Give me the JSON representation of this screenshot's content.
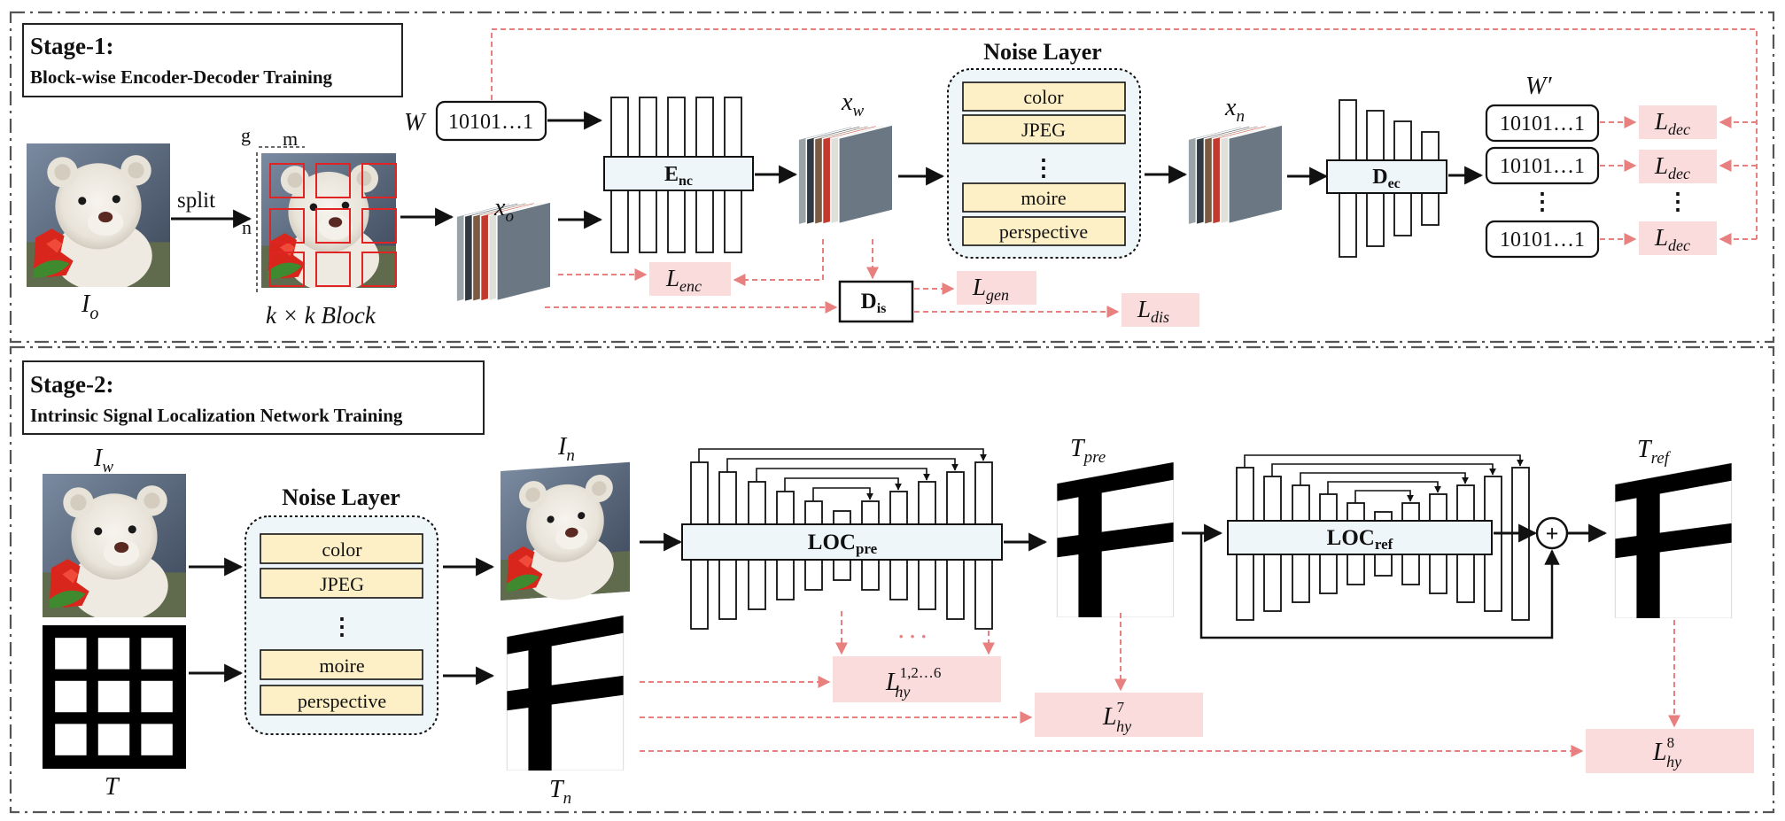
{
  "stage1": {
    "title": "Stage-1:",
    "subtitle": "Block-wise Encoder-Decoder Training",
    "input_image_label": "I",
    "input_image_sub": "o",
    "split_label": "split",
    "dim_g": "g",
    "dim_m": "m",
    "dim_n": "n",
    "block_label": "k × k Block",
    "watermark_label": "W",
    "watermark_bits": "10101…1",
    "xo_label": "x",
    "xo_sub": "o",
    "xw_label": "x",
    "xw_sub": "w",
    "xn_label": "x",
    "xn_sub": "n",
    "encoder_label": "E",
    "encoder_sub": "nc",
    "decoder_label": "D",
    "decoder_sub": "ec",
    "disc_label": "D",
    "disc_sub": "is",
    "noise_title": "Noise Layer",
    "noise_items": [
      "color",
      "JPEG",
      "⋮",
      "moire",
      "perspective"
    ],
    "decoded_label": "W′",
    "decoded_bits": [
      "10101…1",
      "10101…1",
      "⋮",
      "10101…1"
    ],
    "loss_dec": "L",
    "loss_dec_sub": "dec",
    "loss_enc": "L",
    "loss_enc_sub": "enc",
    "loss_gen": "L",
    "loss_gen_sub": "gen",
    "loss_dis": "L",
    "loss_dis_sub": "dis"
  },
  "stage2": {
    "title": "Stage-2:",
    "subtitle": "Intrinsic Signal Localization Network Training",
    "iw_label": "I",
    "iw_sub": "w",
    "t_label": "T",
    "noise_title": "Noise Layer",
    "noise_items": [
      "color",
      "JPEG",
      "⋮",
      "moire",
      "perspective"
    ],
    "in_label": "I",
    "in_sub": "n",
    "tn_label": "T",
    "tn_sub": "n",
    "loc_pre_label": "LOC",
    "loc_pre_sub": "pre",
    "loc_ref_label": "LOC",
    "loc_ref_sub": "ref",
    "tpre_label": "T",
    "tpre_sub": "pre",
    "tref_label": "T",
    "tref_sub": "ref",
    "dots": "· · ·",
    "plus": "+",
    "loss1_main": "L",
    "loss1_sup": "1,2…6",
    "loss1_sub": "hy",
    "loss7_main": "L",
    "loss7_sup": "7",
    "loss7_sub": "hy",
    "loss8_main": "L",
    "loss8_sup": "8",
    "loss8_sub": "hy"
  },
  "colors": {
    "dashed_loss": "#e8807f",
    "loss_fill": "#fadcdc",
    "noise_fill": "#fdf0c7",
    "net_fill": "#eef6fa",
    "frame": "#555555"
  }
}
